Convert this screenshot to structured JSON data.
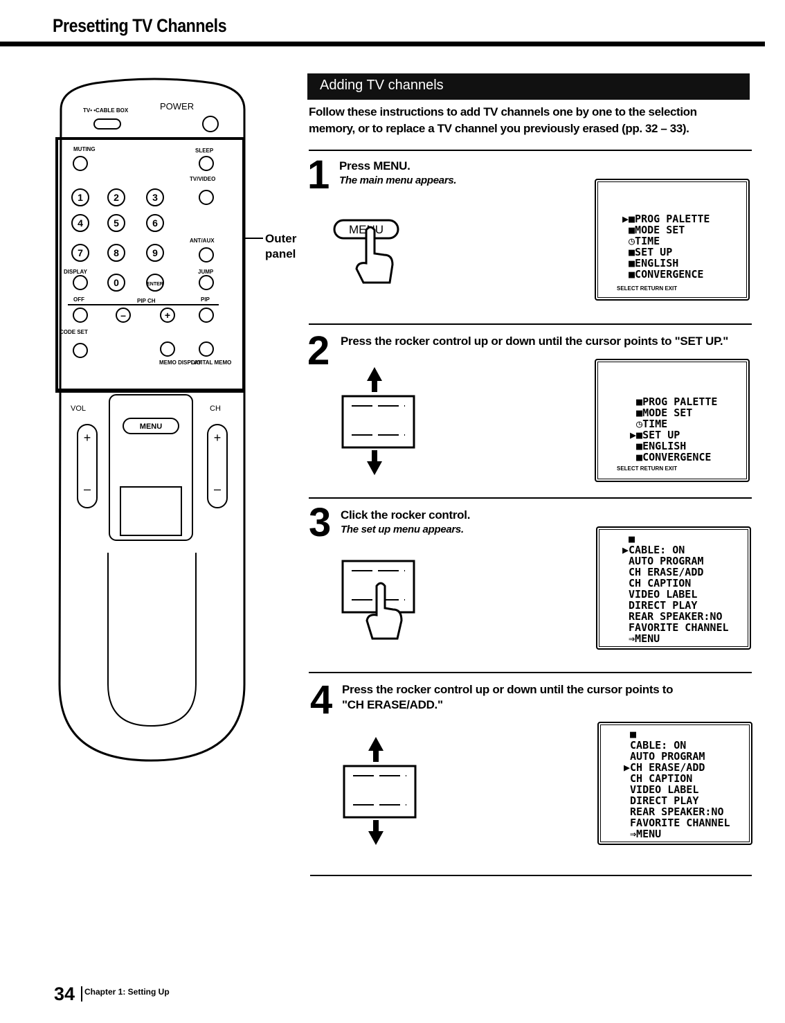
{
  "page": {
    "title": "Presetting TV Channels",
    "section_header": "Adding TV channels",
    "intro": "Follow these instructions to add TV channels one by one to the selection memory, or to replace a TV channel you previously erased (pp. 32 – 33).",
    "outer_panel_label_line1": "Outer",
    "outer_panel_label_line2": "panel"
  },
  "remote": {
    "switch_label": "TV• •CABLE BOX",
    "power": "POWER",
    "muting": "MUTING",
    "sleep": "SLEEP",
    "tv_video": "TV/VIDEO",
    "ant_aux": "ANT/AUX",
    "display": "DISPLAY",
    "jump": "JUMP",
    "off": "OFF",
    "pip_ch": "PIP CH",
    "pip": "PIP",
    "code_set": "CODE SET",
    "memo_display": "MEMO DISPLAY",
    "digital_memo": "DIGITAL MEMO",
    "vol": "VOL",
    "ch": "CH",
    "menu": "MENU",
    "enter": "ENTER",
    "digits": [
      "1",
      "2",
      "3",
      "4",
      "5",
      "6",
      "7",
      "8",
      "9",
      "0"
    ],
    "plus": "+",
    "minus": "–"
  },
  "steps": [
    {
      "number": "1",
      "line1": "Press MENU.",
      "line2": "The main menu appears.",
      "button_label": "MENU",
      "screen": "▶■PROG PALETTE\n ■MODE SET\n ◷TIME\n ■SET UP\n ■ENGLISH\n ■CONVERGENCE",
      "screen_footer": "SELECT  RETURN  EXIT"
    },
    {
      "number": "2",
      "line1": "Press the rocker control up or down until the cursor points to \"SET UP.\"",
      "line2": "",
      "screen": "  ■PROG PALETTE\n  ■MODE SET\n  ◷TIME\n ▶■SET UP\n  ■ENGLISH\n  ■CONVERGENCE",
      "screen_footer": "SELECT  RETURN  EXIT"
    },
    {
      "number": "3",
      "line1": "Click the rocker control.",
      "line2": "The set up menu appears.",
      "screen": " ■\n▶CABLE: ON\n AUTO PROGRAM\n CH ERASE/ADD\n CH CAPTION\n VIDEO LABEL\n DIRECT PLAY\n REAR SPEAKER:NO\n FAVORITE CHANNEL\n ⇒MENU"
    },
    {
      "number": "4",
      "line1": "Press the rocker control up or down until the cursor points to",
      "line2": "\"CH ERASE/ADD.\"",
      "screen": " ■\n CABLE: ON\n AUTO PROGRAM\n▶CH ERASE/ADD\n CH CAPTION\n VIDEO LABEL\n DIRECT PLAY\n REAR SPEAKER:NO\n FAVORITE CHANNEL\n ⇒MENU"
    }
  ],
  "footer": {
    "page_number": "34",
    "chapter": "Chapter 1: Setting Up"
  }
}
